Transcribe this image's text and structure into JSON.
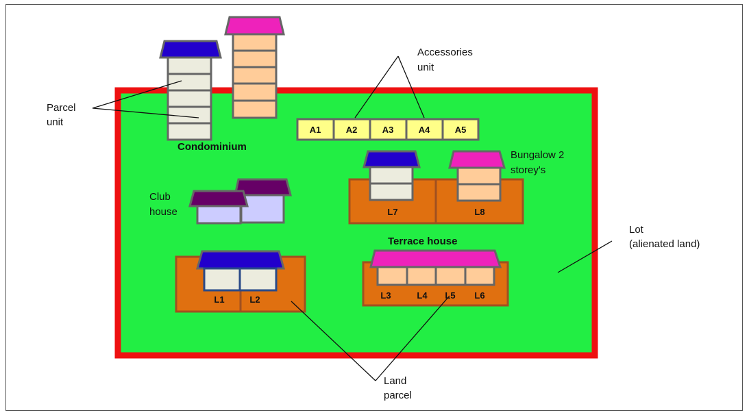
{
  "labels": {
    "parcel_unit_line1": "Parcel",
    "parcel_unit_line2": "unit",
    "accessories_line1": "Accessories",
    "accessories_line2": "unit",
    "condominium": "Condominium",
    "club_house_line1": "Club",
    "club_house_line2": "house",
    "bungalow_line1": "Bungalow 2",
    "bungalow_line2": "storey's",
    "terrace_house": "Terrace house",
    "lot_line1": "Lot",
    "lot_line2": "(alienated land)",
    "land_parcel_line1": "Land",
    "land_parcel_line2": "parcel"
  },
  "accessory_units": [
    "A1",
    "A2",
    "A3",
    "A4",
    "A5"
  ],
  "lots": {
    "l1": "L1",
    "l2": "L2",
    "l3": "L3",
    "l4": "L4",
    "l5": "L5",
    "l6": "L6",
    "l7": "L7",
    "l8": "L8"
  },
  "colors": {
    "lot_fill": "#22ee44",
    "lot_border": "#ee1111",
    "parcel_fill": "#e07010",
    "roof_blue": "#2200cc",
    "roof_magenta": "#ee22bb",
    "roof_purple": "#660066",
    "body_grey": "#ececde",
    "body_peach": "#ffcc99",
    "body_lavender": "#ccccff",
    "accessory_fill": "#ffff88"
  }
}
